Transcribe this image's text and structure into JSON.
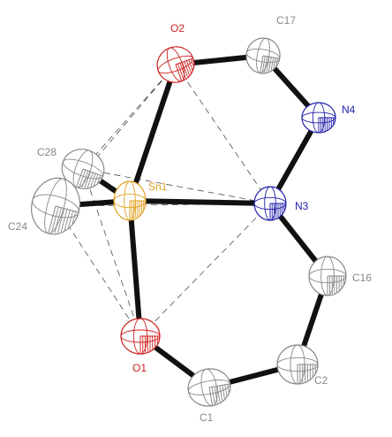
{
  "atoms": [
    {
      "id": "O2",
      "label": "O2",
      "element": "O",
      "color": "#cc2222"
    },
    {
      "id": "C17",
      "label": "C17",
      "element": "C",
      "color": "#888888"
    },
    {
      "id": "N4",
      "label": "N4",
      "element": "N",
      "color": "#2222aa"
    },
    {
      "id": "C28",
      "label": "C28",
      "element": "C",
      "color": "#888888"
    },
    {
      "id": "Sn1",
      "label": "Sn1",
      "element": "Sn",
      "color": "#e0a020"
    },
    {
      "id": "N3",
      "label": "N3",
      "element": "N",
      "color": "#2222aa"
    },
    {
      "id": "C24",
      "label": "C24",
      "element": "C",
      "color": "#888888"
    },
    {
      "id": "C16",
      "label": "C16",
      "element": "C",
      "color": "#888888"
    },
    {
      "id": "O1",
      "label": "O1",
      "element": "O",
      "color": "#cc2222"
    },
    {
      "id": "C2",
      "label": "C2",
      "element": "C",
      "color": "#888888"
    },
    {
      "id": "C1",
      "label": "C1",
      "element": "C",
      "color": "#888888"
    }
  ],
  "bonds": [
    [
      "Sn1",
      "O2"
    ],
    [
      "O2",
      "C17"
    ],
    [
      "C17",
      "N4"
    ],
    [
      "N4",
      "N3"
    ],
    [
      "Sn1",
      "N3"
    ],
    [
      "N3",
      "C16"
    ],
    [
      "C16",
      "C2"
    ],
    [
      "C2",
      "C1"
    ],
    [
      "C1",
      "O1"
    ],
    [
      "O1",
      "Sn1"
    ],
    [
      "Sn1",
      "C28"
    ],
    [
      "Sn1",
      "C24"
    ]
  ],
  "polyhedron_edges": [
    [
      "O2",
      "C28"
    ],
    [
      "O2",
      "C24"
    ],
    [
      "O2",
      "N3"
    ],
    [
      "O1",
      "C28"
    ],
    [
      "O1",
      "C24"
    ],
    [
      "O1",
      "N3"
    ],
    [
      "C28",
      "N3"
    ],
    [
      "C24",
      "N3"
    ]
  ]
}
